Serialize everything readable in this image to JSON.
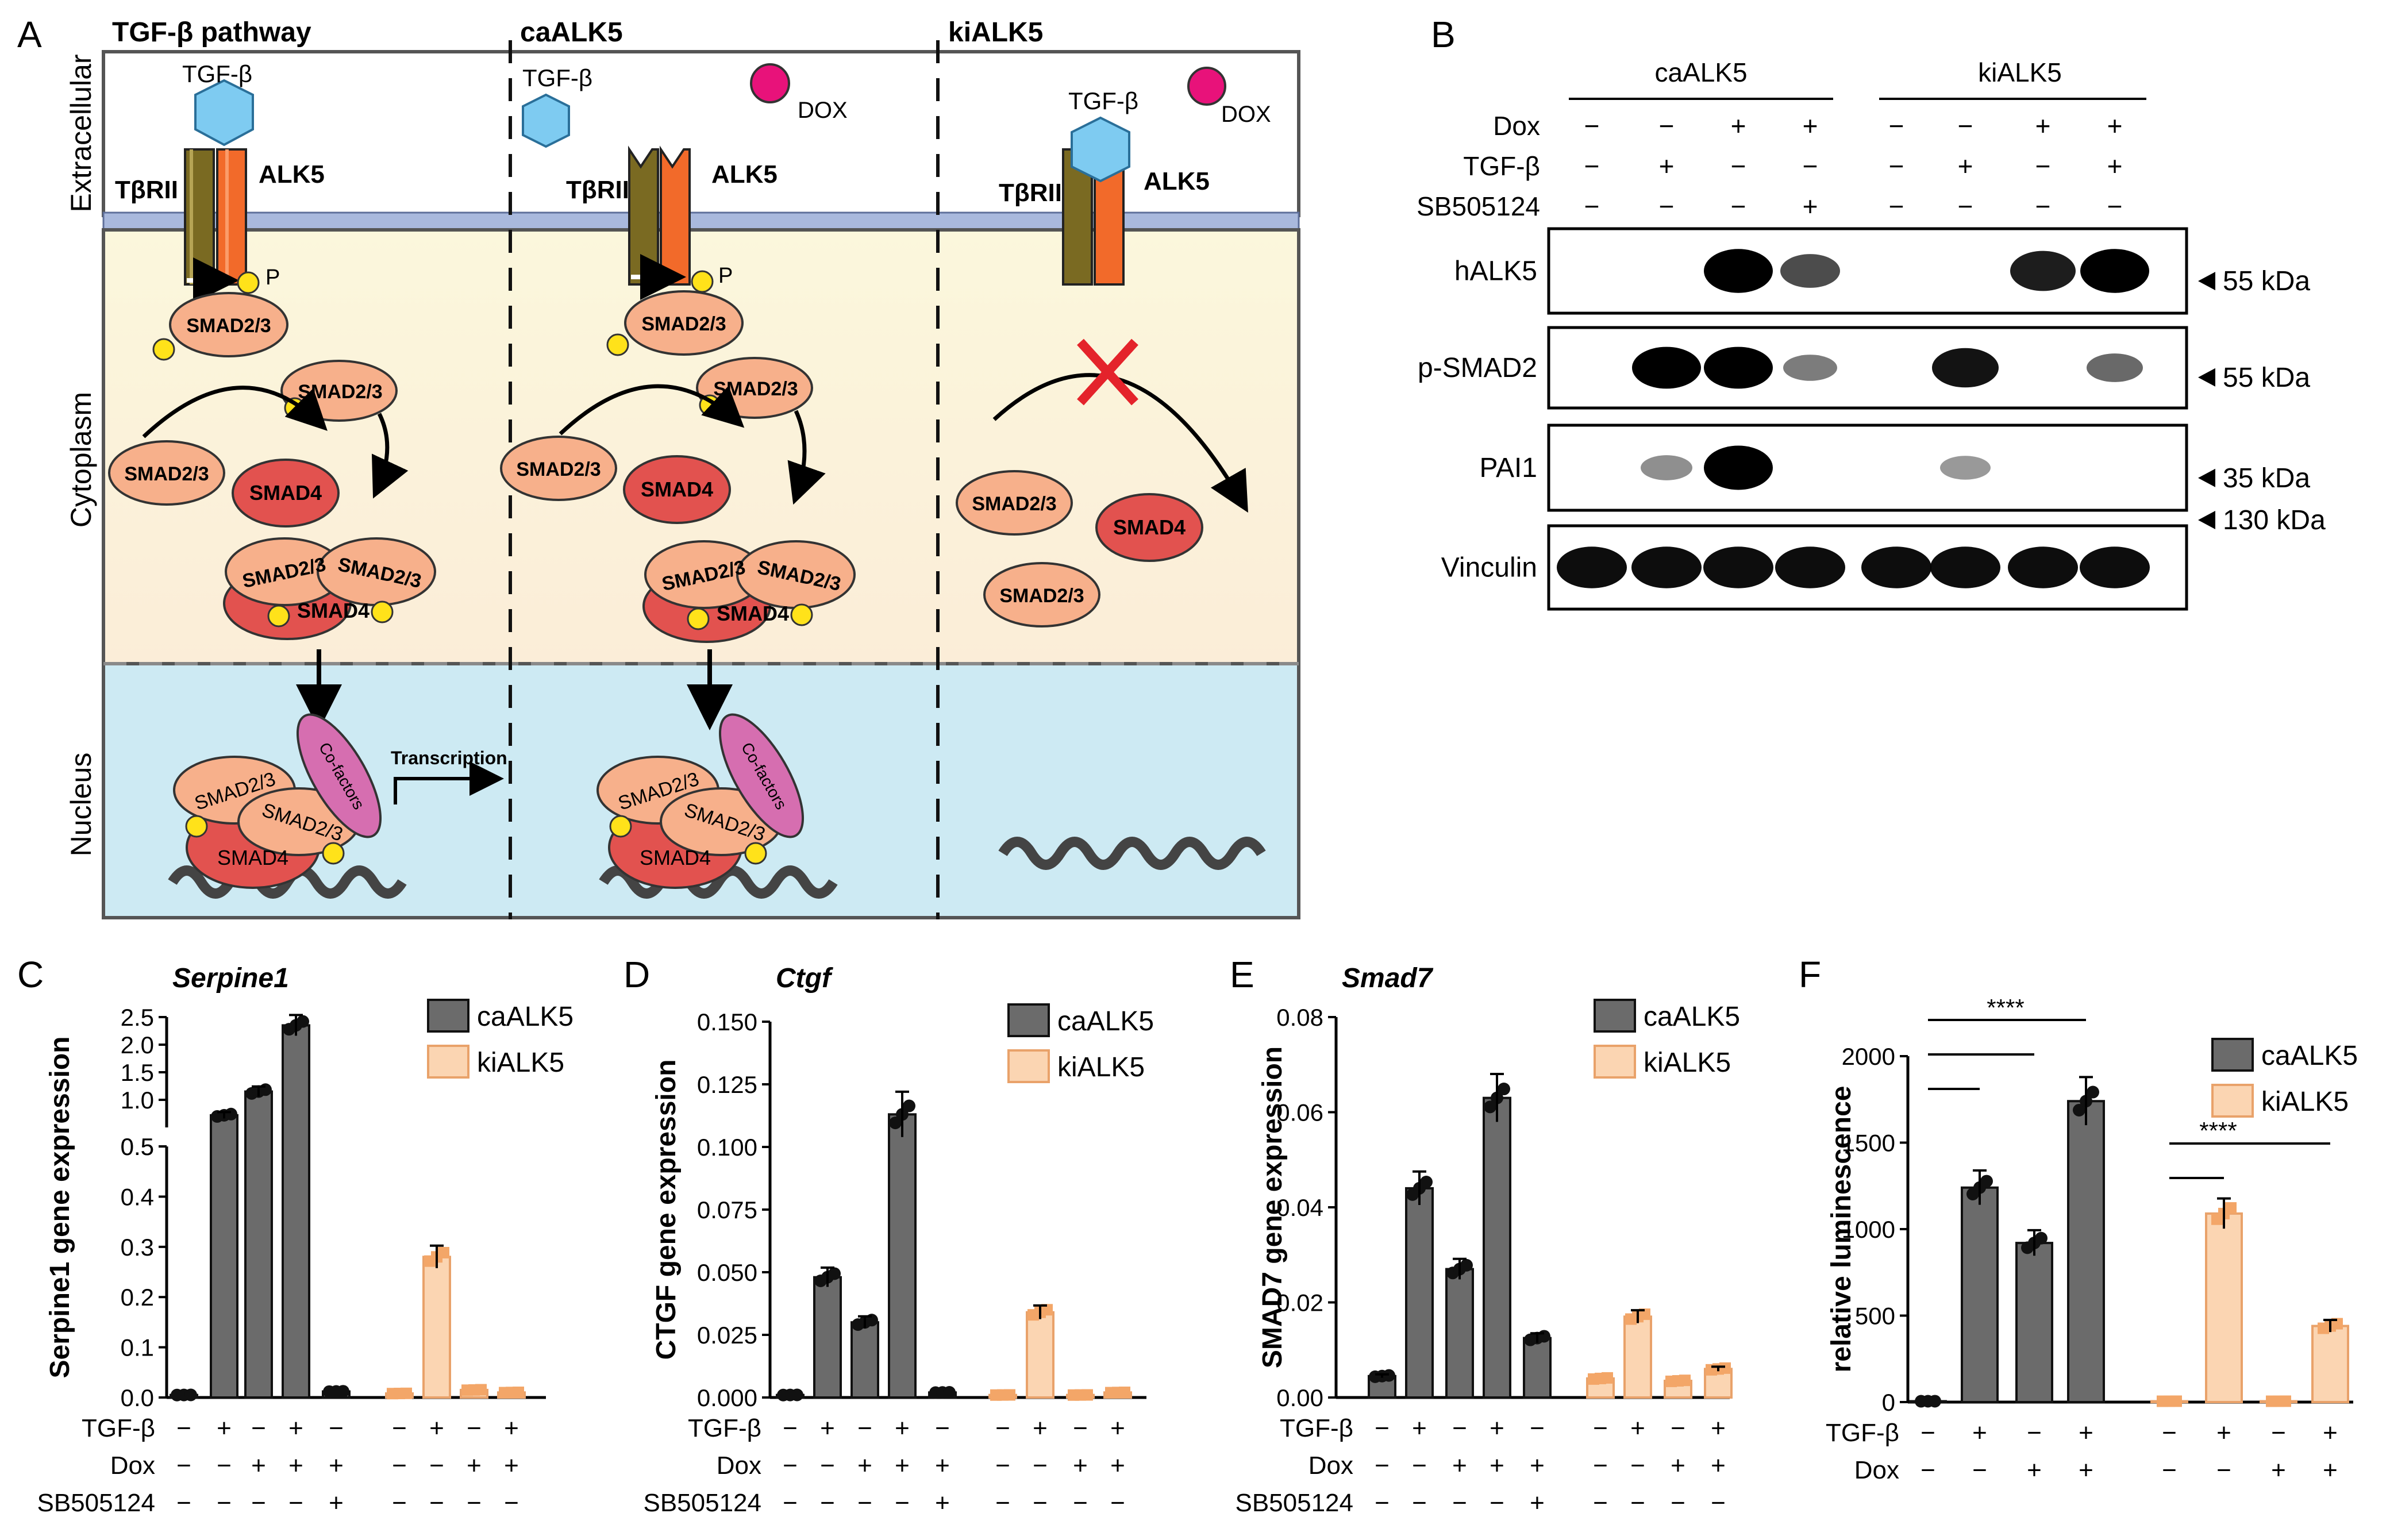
{
  "panel_letters": {
    "a": "A",
    "b": "B",
    "c": "C",
    "d": "D",
    "e": "E",
    "f": "F"
  },
  "panelA": {
    "col_titles": [
      "TGF-β pathway",
      "caALK5",
      "kiALK5"
    ],
    "compartments": [
      "Extracellular",
      "Cytoplasm",
      "Nucleus"
    ],
    "tgfb": "TGF-β",
    "dox": "DOX",
    "tbrii": "TβRII",
    "alk5": "ALK5",
    "p": "P",
    "smad23": "SMAD2/3",
    "smad4": "SMAD4",
    "cofactors": "Co-factors",
    "transcription": "Transcription"
  },
  "panelB": {
    "groups": [
      "caALK5",
      "kiALK5"
    ],
    "conditions": [
      {
        "name": "Dox",
        "vals": [
          "−",
          "−",
          "+",
          "+",
          "−",
          "−",
          "+",
          "+"
        ]
      },
      {
        "name": "TGF-β",
        "vals": [
          "−",
          "+",
          "−",
          "−",
          "−",
          "+",
          "−",
          "+"
        ]
      },
      {
        "name": "SB505124",
        "vals": [
          "−",
          "−",
          "−",
          "+",
          "−",
          "−",
          "−",
          "−"
        ]
      }
    ],
    "blots": [
      {
        "name": "hALK5",
        "marker": "55 kDa",
        "intensity": [
          0,
          0,
          1.0,
          0.6,
          0,
          0,
          0.85,
          1.0
        ]
      },
      {
        "name": "p-SMAD2",
        "marker": "55 kDa",
        "intensity": [
          0,
          1.0,
          1.0,
          0.35,
          0,
          0.9,
          0,
          0.45
        ]
      },
      {
        "name": "PAI1",
        "marker": "35 kDa",
        "intensity": [
          0,
          0.25,
          1.0,
          0,
          0,
          0.2,
          0,
          0
        ]
      },
      {
        "name": "Vinculin",
        "marker": "130 kDa",
        "intensity": [
          1,
          1,
          1,
          1,
          1,
          1,
          1,
          1
        ]
      }
    ]
  },
  "legend": {
    "ca": "caALK5",
    "ki": "kiALK5"
  },
  "colors": {
    "ca": "#6b6b6b",
    "ki": "#fbd5b2",
    "ki_dot": "#f3a668",
    "ca_dot": "#111111"
  },
  "row_labels": {
    "tgfb": "TGF-β",
    "dox": "Dox",
    "sb": "SB505124"
  },
  "chart_data": [
    {
      "panel": "C",
      "type": "bar",
      "title": "Serpine1",
      "ylabel": "Serpine1 gene expression",
      "ylim": [
        0,
        2.5
      ],
      "axis_break": [
        0.5,
        0.5
      ],
      "yticks_lower": [
        "0.0",
        "0.1",
        "0.2",
        "0.3",
        "0.4",
        "0.5"
      ],
      "yticks_upper": [
        "0.5",
        "1.0",
        "1.5",
        "2.0",
        "2.5"
      ],
      "conditions": {
        "TGF-β": [
          "−",
          "+",
          "−",
          "+",
          "−",
          "−",
          "+",
          "−",
          "+"
        ],
        "Dox": [
          "−",
          "−",
          "+",
          "+",
          "+",
          "−",
          "−",
          "+",
          "+"
        ],
        "SB505124": [
          "−",
          "−",
          "−",
          "−",
          "+",
          "−",
          "−",
          "−",
          "−"
        ]
      },
      "series": [
        {
          "name": "caALK5",
          "values": [
            0.005,
            0.72,
            1.15,
            2.35,
            0.012
          ]
        },
        {
          "name": "kiALK5",
          "values": [
            0.008,
            0.28,
            0.015,
            0.01
          ]
        }
      ]
    },
    {
      "panel": "D",
      "type": "bar",
      "title": "Ctgf",
      "ylabel": "CTGF gene expression",
      "ylim": [
        0,
        0.15
      ],
      "yticks": [
        "0.000",
        "0.025",
        "0.050",
        "0.075",
        "0.100",
        "0.125",
        "0.150"
      ],
      "conditions": {
        "TGF-β": [
          "−",
          "+",
          "−",
          "+",
          "−",
          "−",
          "+",
          "−",
          "+"
        ],
        "Dox": [
          "−",
          "−",
          "+",
          "+",
          "+",
          "−",
          "−",
          "+",
          "+"
        ],
        "SB505124": [
          "−",
          "−",
          "−",
          "−",
          "+",
          "−",
          "−",
          "−",
          "−"
        ]
      },
      "series": [
        {
          "name": "caALK5",
          "values": [
            0.001,
            0.048,
            0.03,
            0.113,
            0.002
          ]
        },
        {
          "name": "kiALK5",
          "values": [
            0.001,
            0.034,
            0.001,
            0.002
          ]
        }
      ]
    },
    {
      "panel": "E",
      "type": "bar",
      "title": "Smad7",
      "ylabel": "SMAD7 gene expression",
      "ylim": [
        0,
        0.08
      ],
      "yticks": [
        "0.00",
        "0.02",
        "0.04",
        "0.06",
        "0.08"
      ],
      "conditions": {
        "TGF-β": [
          "−",
          "+",
          "−",
          "+",
          "−",
          "−",
          "+",
          "−",
          "+"
        ],
        "Dox": [
          "−",
          "−",
          "+",
          "+",
          "+",
          "−",
          "−",
          "+",
          "+"
        ],
        "SB505124": [
          "−",
          "−",
          "−",
          "−",
          "+",
          "−",
          "−",
          "−",
          "−"
        ]
      },
      "series": [
        {
          "name": "caALK5",
          "values": [
            0.0045,
            0.044,
            0.027,
            0.063,
            0.0125
          ]
        },
        {
          "name": "kiALK5",
          "values": [
            0.004,
            0.017,
            0.0035,
            0.006
          ]
        }
      ]
    },
    {
      "panel": "F",
      "type": "bar",
      "title": "",
      "ylabel": "relative luminescence",
      "ylim": [
        0,
        2000
      ],
      "yticks": [
        "0",
        "500",
        "1000",
        "1500",
        "2000"
      ],
      "significance": "****",
      "conditions": {
        "TGF-β": [
          "−",
          "+",
          "−",
          "+",
          "−",
          "+",
          "−",
          "+"
        ],
        "Dox": [
          "−",
          "−",
          "+",
          "+",
          "−",
          "−",
          "+",
          "+"
        ]
      },
      "series": [
        {
          "name": "caALK5",
          "values": [
            5,
            1240,
            920,
            1740
          ]
        },
        {
          "name": "kiALK5",
          "values": [
            5,
            1090,
            5,
            440
          ]
        }
      ]
    }
  ]
}
